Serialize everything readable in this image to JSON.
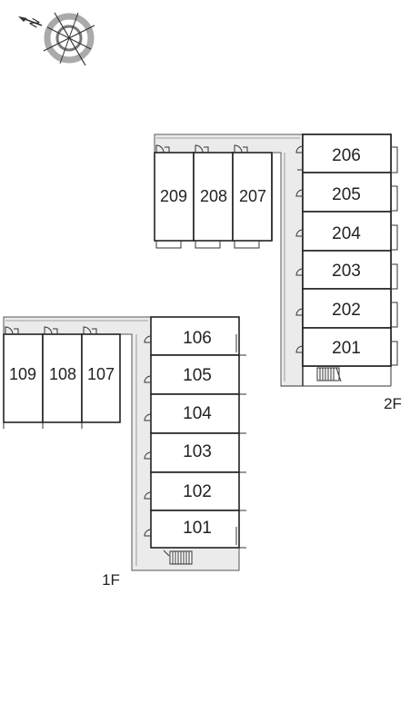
{
  "compass": {
    "label": "N",
    "icon": "north-compass-icon"
  },
  "floors": [
    {
      "name": "2F",
      "units_east": [
        "206",
        "205",
        "204",
        "203",
        "202",
        "201"
      ],
      "units_north": [
        "209",
        "208",
        "207"
      ]
    },
    {
      "name": "1F",
      "units_east": [
        "106",
        "105",
        "104",
        "103",
        "102",
        "101"
      ],
      "units_north": [
        "109",
        "108",
        "107"
      ]
    }
  ],
  "colors": {
    "corridor": "#ebebeb",
    "wall": "#222222",
    "compass": "#888888"
  }
}
